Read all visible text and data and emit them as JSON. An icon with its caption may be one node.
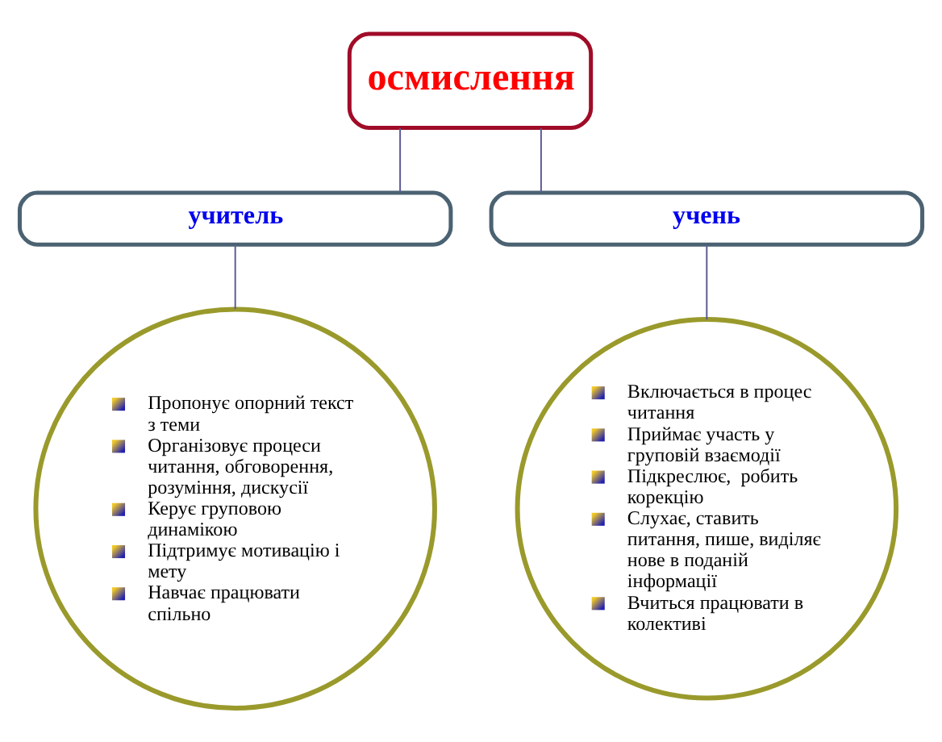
{
  "diagram": {
    "nodes": [
      {
        "text": [
          "осмислення"
        ]
      },
      {
        "text": [
          "учитель"
        ]
      },
      {
        "text": [
          "учень"
        ]
      },
      {
        "text": [
          "Пропонує опорний текст з теми",
          "Організовує процеси читання, обговорення, розуміння, дискусії",
          "Керує груповою динамікою",
          "Підтримує мотивацію і мету",
          "Навчає працювати спільно"
        ]
      },
      {
        "text": [
          "Включається в процес читання",
          "Приймає участь у груповій взаємодії",
          "Підкреслює,  робить корекцію",
          "Слухає, ставить питання, пише, виділяє нове в поданій інформації",
          "Вчиться працювати в колективі"
        ]
      }
    ],
    "edges": [
      {
        "from": 0,
        "to": 1,
        "arrow": "none"
      },
      {
        "from": 0,
        "to": 2,
        "arrow": "none"
      },
      {
        "from": 1,
        "to": 3,
        "arrow": "none"
      },
      {
        "from": 2,
        "to": 4,
        "arrow": "none"
      }
    ]
  }
}
